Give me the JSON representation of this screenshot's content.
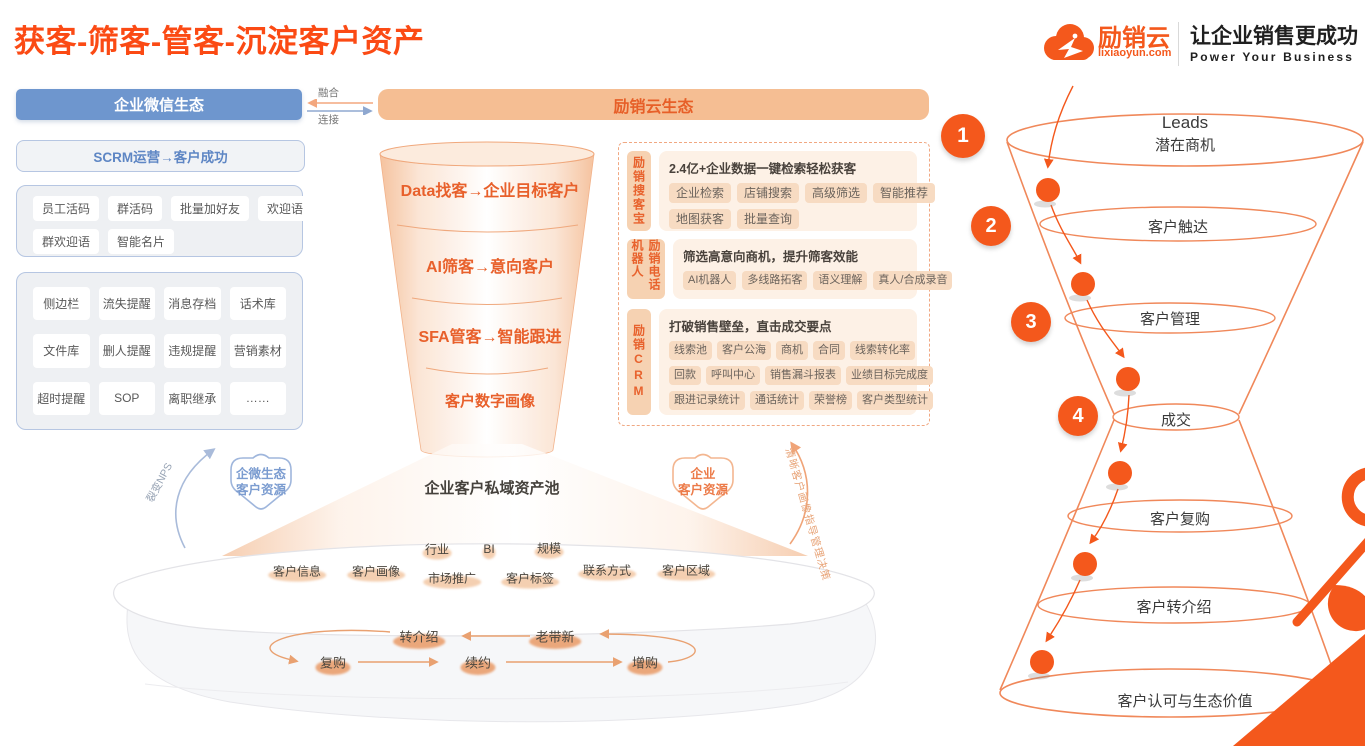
{
  "title": "获客-筛客-管客-沉淀客户资产",
  "logo": {
    "brand": "励销云",
    "domain": "lixiaoyun.com",
    "slogan": "让企业销售更成功",
    "slogan_en": "Power Your Business"
  },
  "top": {
    "wecom_box": "企业微信生态",
    "fuse": "融合",
    "connect": "连接",
    "eco_box": "励销云生态",
    "scrm_box": "SCRM运营→客户成功"
  },
  "wecom_tags": [
    "员工活码",
    "群活码",
    "批量加好友",
    "欢迎语",
    "群欢迎语",
    "智能名片"
  ],
  "wecom_tags2": [
    "侧边栏",
    "流失提醒",
    "消息存档",
    "话术库",
    "文件库",
    "删人提醒",
    "违规提醒",
    "营销素材",
    "超时提醒",
    "SOP",
    "离职继承",
    "……"
  ],
  "funnel": {
    "stage1": "Data找客→企业目标客户",
    "stage2": "AI筛客→意向客户",
    "stage3": "SFA管客→智能跟进",
    "stage4": "客户数字画像",
    "pool_title": "企业客户私域资产池"
  },
  "pool_tags": [
    "行业",
    "BI",
    "规模",
    "客户信息",
    "客户画像",
    "市场推广",
    "客户标签",
    "联系方式",
    "客户区域"
  ],
  "cycle": {
    "referral": "转介绍",
    "old_new": "老带新",
    "repurchase": "复购",
    "renewal": "续约",
    "upsell": "增购"
  },
  "side_notes": {
    "left_arrow": "裂变NPS",
    "left_badge_line1": "企微生态",
    "left_badge_line2": "客户资源",
    "right_badge_line1": "企业",
    "right_badge_line2": "客户资源",
    "right_arrow": "清晰客户画像指导管理决策"
  },
  "products": [
    {
      "tab": "励销搜客宝",
      "heading": "2.4亿+企业数据一键检索轻松获客",
      "tags": [
        "企业检索",
        "店铺搜索",
        "高级筛选",
        "智能推荐",
        "地图获客",
        "批量查询"
      ]
    },
    {
      "tab": "励销电话机器人",
      "heading": "筛选高意向商机，提升筛客效能",
      "tags": [
        "AI机器人",
        "多线路拓客",
        "语义理解",
        "真人/合成录音"
      ]
    },
    {
      "tab": "励销CRM",
      "heading": "打破销售壁垒，直击成交要点",
      "tags": [
        "线索池",
        "客户公海",
        "商机",
        "合同",
        "线索转化率",
        "回款",
        "呼叫中心",
        "销售漏斗报表",
        "业绩目标完成度",
        "跟进记录统计",
        "通话统计",
        "荣誉榜",
        "客户类型统计"
      ]
    }
  ],
  "right_funnel": {
    "num1": "1",
    "num2": "2",
    "num3": "3",
    "num4": "4",
    "level1a": "Leads",
    "level1b": "潜在商机",
    "level2": "客户触达",
    "level3": "客户管理",
    "level4": "成交",
    "level5": "客户复购",
    "level6": "客户转介绍",
    "level7": "客户认可与生态价值"
  },
  "colors": {
    "accent": "#F4581C",
    "title_red": "#FB4A14",
    "blue_box": "#6E96CE",
    "blue_text": "#5E86C4",
    "peach_box": "#F5BE93",
    "panel_bg": "#FDF1E6",
    "panel_tag_bg": "#F7DBC2",
    "funnel_stroke": "#F0885A"
  }
}
